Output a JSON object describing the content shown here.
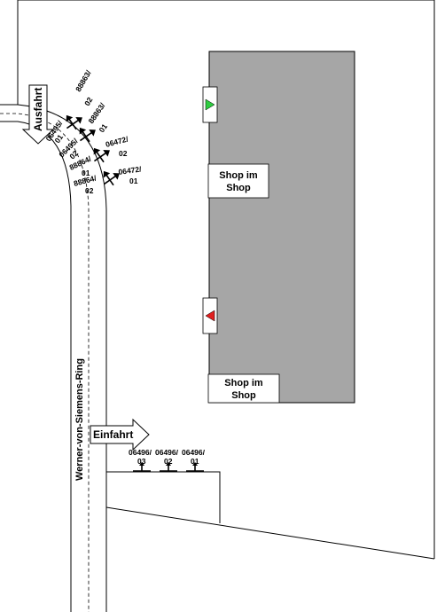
{
  "road_name": "Werner-von-Siemens-Ring",
  "arrows": {
    "exit_label": "Ausfahrt",
    "entry_label": "Einfahrt"
  },
  "shops": {
    "top_label_line1": "Shop im",
    "top_label_line2": "Shop",
    "bottom_label_line1": "Shop im",
    "bottom_label_line2": "Shop"
  },
  "markers": {
    "top_color": "#2ecc40",
    "bottom_color": "#e02020",
    "icon_top": "triangle-right-icon",
    "icon_bottom": "triangle-left-icon"
  },
  "sensors_exit": [
    {
      "id": "sensor-88863-02",
      "l1": "88863/",
      "l2": "02"
    },
    {
      "id": "sensor-88863-01",
      "l1": "88863/",
      "l2": "01"
    },
    {
      "id": "sensor-06495-01",
      "l1": "06495/",
      "l2": "01"
    },
    {
      "id": "sensor-06495-02",
      "l1": "06495/",
      "l2": "02"
    },
    {
      "id": "sensor-06472-02",
      "l1": "06472/",
      "l2": "02"
    },
    {
      "id": "sensor-88864-01",
      "l1": "88864/",
      "l2": "01"
    },
    {
      "id": "sensor-88864-02",
      "l1": "88864/",
      "l2": "02"
    },
    {
      "id": "sensor-06472-01",
      "l1": "06472/",
      "l2": "01"
    }
  ],
  "sensors_entry": [
    {
      "id": "sensor-06496-03",
      "l1": "06496/",
      "l2": "03"
    },
    {
      "id": "sensor-06496-02",
      "l1": "06496/",
      "l2": "02"
    },
    {
      "id": "sensor-06496-01",
      "l1": "06496/",
      "l2": "01"
    }
  ],
  "colors": {
    "building": "#a6a6a6",
    "outline": "#000000"
  }
}
